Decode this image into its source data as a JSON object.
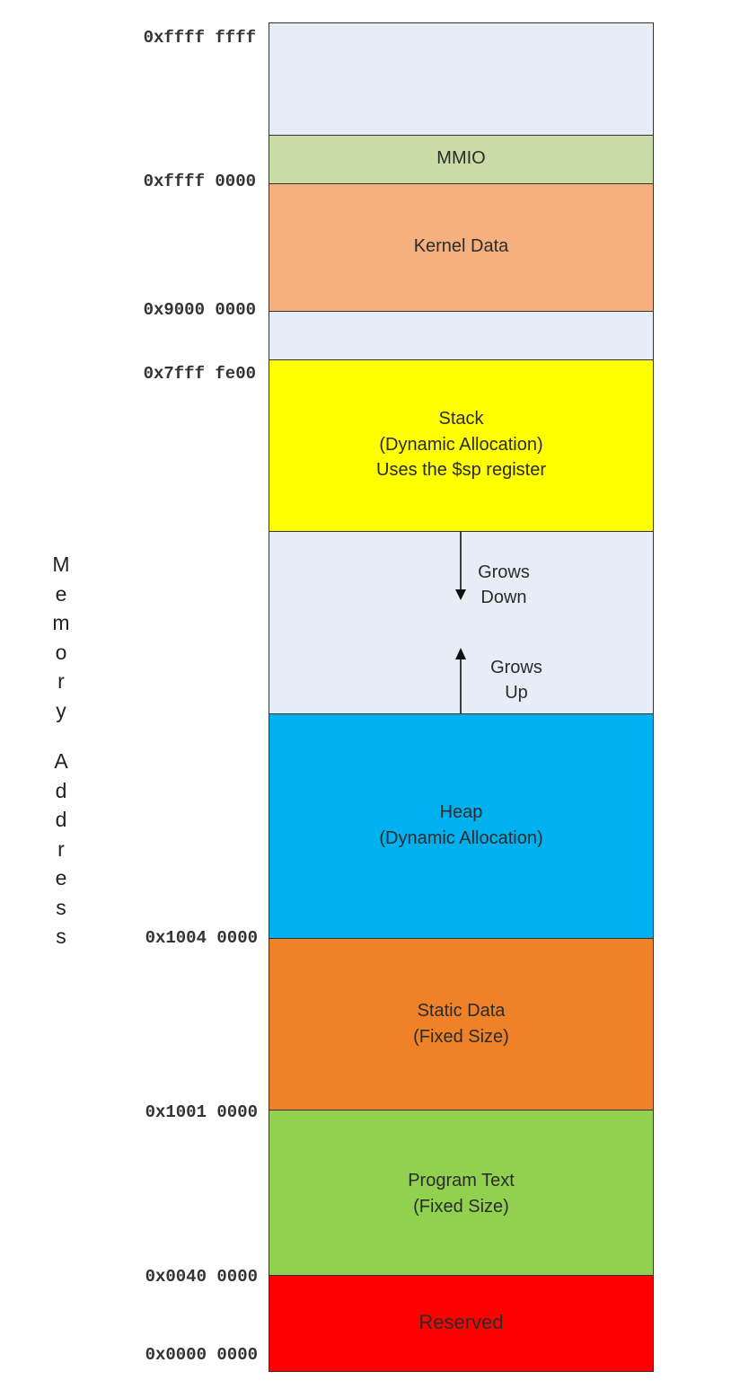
{
  "axis_title": "Memory Address",
  "addresses": {
    "a_ffffffff": "0xffff ffff",
    "a_ffff0000": "0xffff 0000",
    "a_90000000": "0x9000 0000",
    "a_7ffffe00": "0x7fff fe00",
    "a_10040000": "0x1004 0000",
    "a_10010000": "0x1001 0000",
    "a_00400000": "0x0040 0000",
    "a_00000000": "0x0000 0000"
  },
  "regions": {
    "mmio": {
      "lines": [
        "MMIO"
      ]
    },
    "kernel_data": {
      "lines": [
        "Kernel Data"
      ]
    },
    "stack": {
      "lines": [
        "Stack",
        "(Dynamic Allocation)",
        "Uses the $sp register"
      ]
    },
    "grows_down": {
      "lines": [
        "Grows",
        "Down"
      ]
    },
    "grows_up": {
      "lines": [
        "Grows",
        "Up"
      ]
    },
    "heap": {
      "lines": [
        "Heap",
        "(Dynamic Allocation)"
      ]
    },
    "static_data": {
      "lines": [
        "Static Data",
        "(Fixed Size)"
      ]
    },
    "program_text": {
      "lines": [
        "Program Text",
        "(Fixed Size)"
      ]
    },
    "reserved": {
      "lines": [
        "Reserved"
      ]
    }
  },
  "colors": {
    "empty": "#e6edf6",
    "mmio": "#c9dba7",
    "kernel_data": "#f6b07d",
    "stack": "#ffff00",
    "heap": "#00b0ef",
    "static_data": "#ef8129",
    "program_text": "#92d050",
    "reserved": "#ff0000"
  }
}
